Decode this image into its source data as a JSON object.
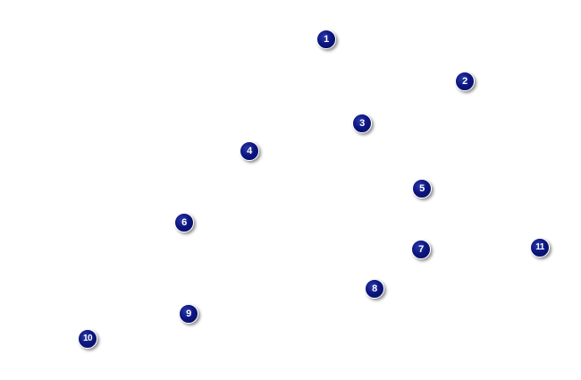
{
  "markers": [
    {
      "label": "1"
    },
    {
      "label": "2"
    },
    {
      "label": "3"
    },
    {
      "label": "4"
    },
    {
      "label": "5"
    },
    {
      "label": "6"
    },
    {
      "label": "7"
    },
    {
      "label": "8"
    },
    {
      "label": "9"
    },
    {
      "label": "10"
    },
    {
      "label": "11"
    }
  ],
  "colors": {
    "marker_fill": "#0d1680",
    "marker_text": "#ffffff",
    "background": "#ffffff"
  }
}
